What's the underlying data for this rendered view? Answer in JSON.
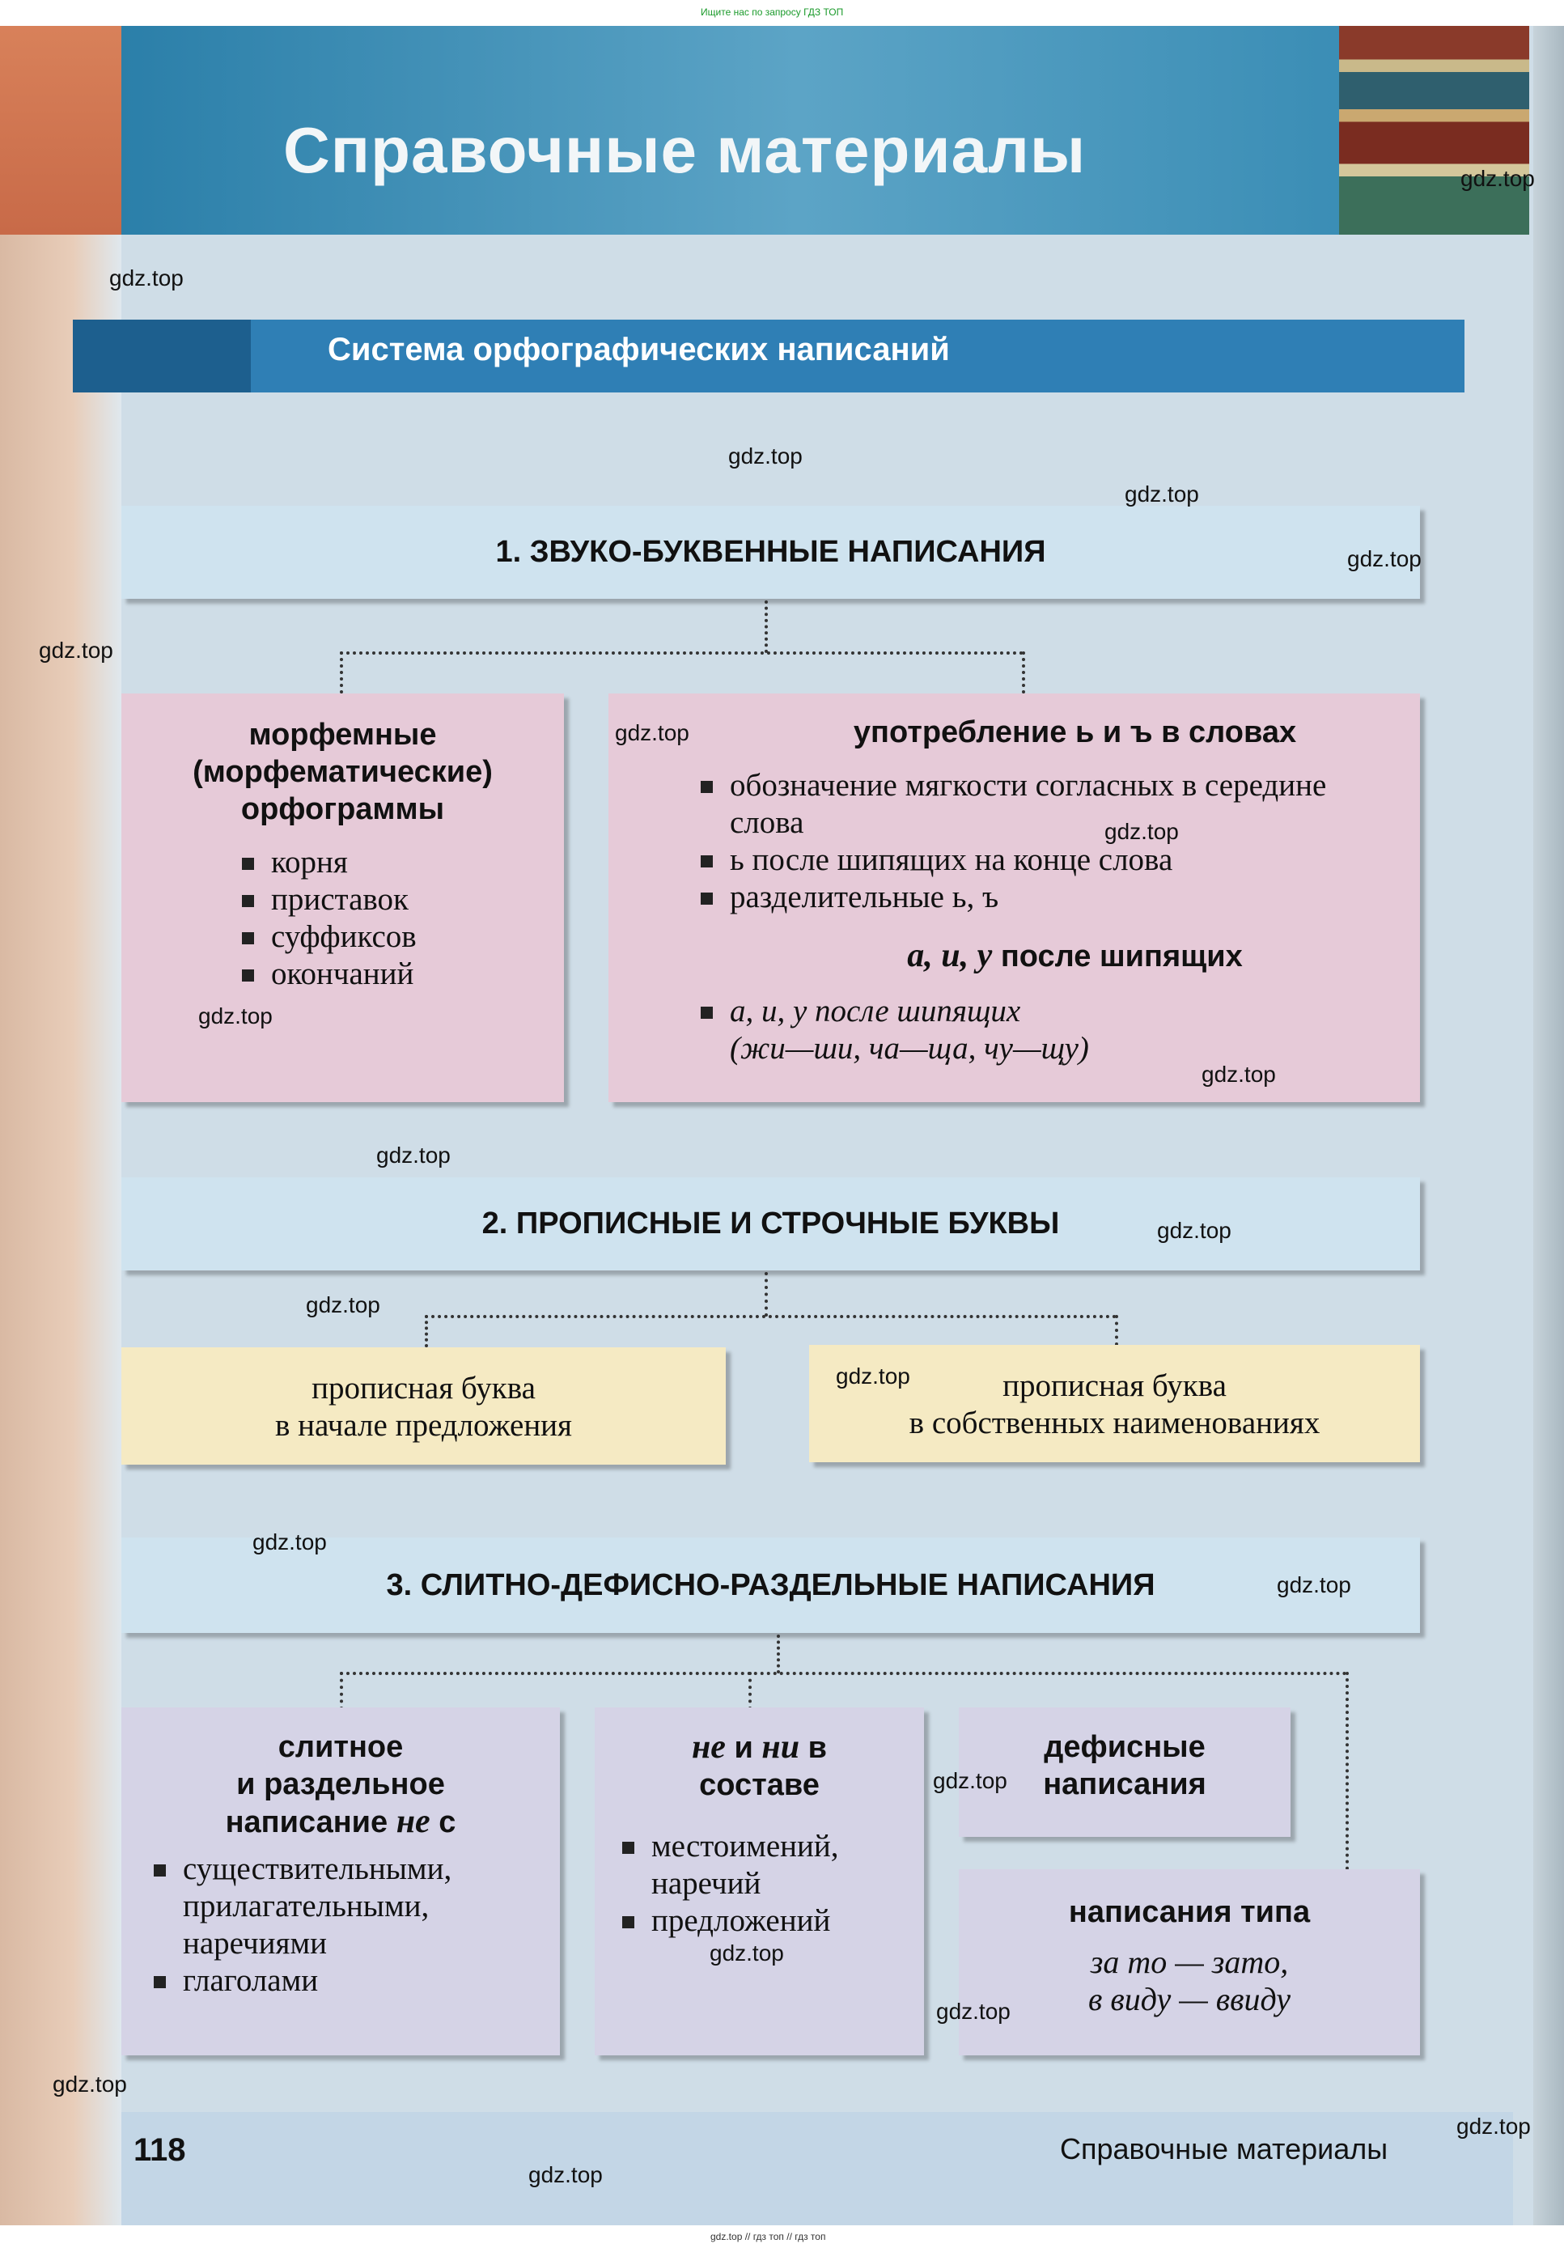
{
  "top_note": "Ищите нас по запросу ГДЗ ТОП",
  "bottom_note": "gdz.top // гдз топ // гдз топ",
  "title": "Справочные материалы",
  "section_title": "Система орфографических написаний",
  "s1": {
    "title": "1. ЗВУКО-БУКВЕННЫЕ НАПИСАНИЯ",
    "morph_heading_lines": [
      "морфемные",
      "(морфематические)",
      "орфограммы"
    ],
    "morph_items": [
      "корня",
      "приставок",
      "суффиксов",
      "окончаний"
    ],
    "soft_heading": "употребление ь и ъ в словах",
    "soft_items": [
      "обозначение мягкости согласных в середине слова",
      "ь после шипящих на конце слова",
      "разделительные ь, ъ"
    ],
    "sib_heading_italic": "а, и, у",
    "sib_heading_rest": "после шипящих",
    "sib_item_line1": "а, и, у после шипящих",
    "sib_item_line2": "(жи—ши, ча—ща, чу—щу)"
  },
  "s2": {
    "title": "2. ПРОПИСНЫЕ И СТРОЧНЫЕ БУКВЫ",
    "box1_lines": [
      "прописная буква",
      "в начале предложения"
    ],
    "box2_lines": [
      "прописная буква",
      "в собственных наименованиях"
    ]
  },
  "s3": {
    "title": "3. СЛИТНО-ДЕФИСНО-РАЗДЕЛЬНЫЕ НАПИСАНИЯ",
    "box1_heading_lines": [
      "слитное",
      "и раздельное"
    ],
    "box1_heading_pre": "написание",
    "box1_heading_it": "не",
    "box1_heading_post": "с",
    "box1_items": [
      "существительными, прилагательными, наречиями",
      "глаголами"
    ],
    "box2_heading_it1": "не",
    "box2_heading_mid": "и",
    "box2_heading_it2": "ни",
    "box2_heading_post": "в",
    "box2_heading_line2": "составе",
    "box2_items": [
      "местоимений, наречий",
      "предложений"
    ],
    "box3_lines": [
      "дефисные",
      "написания"
    ],
    "box4_heading": "написания типа",
    "box4_line1": "за то — зато,",
    "box4_line2": "в виду — ввиду"
  },
  "footer": {
    "page_number": "118",
    "label": "Справочные материалы"
  },
  "watermarks": [
    "gdz.top",
    "gdz.top",
    "gdz.top",
    "gdz.top",
    "gdz.top",
    "gdz.top",
    "gdz.top",
    "gdz.top",
    "gdz.top",
    "gdz.top",
    "gdz.top",
    "gdz.top",
    "gdz.top",
    "gdz.top",
    "gdz.top",
    "gdz.top",
    "gdz.top",
    "gdz.top",
    "gdz.top",
    "gdz.top",
    "gdz.top",
    "gdz.top"
  ]
}
